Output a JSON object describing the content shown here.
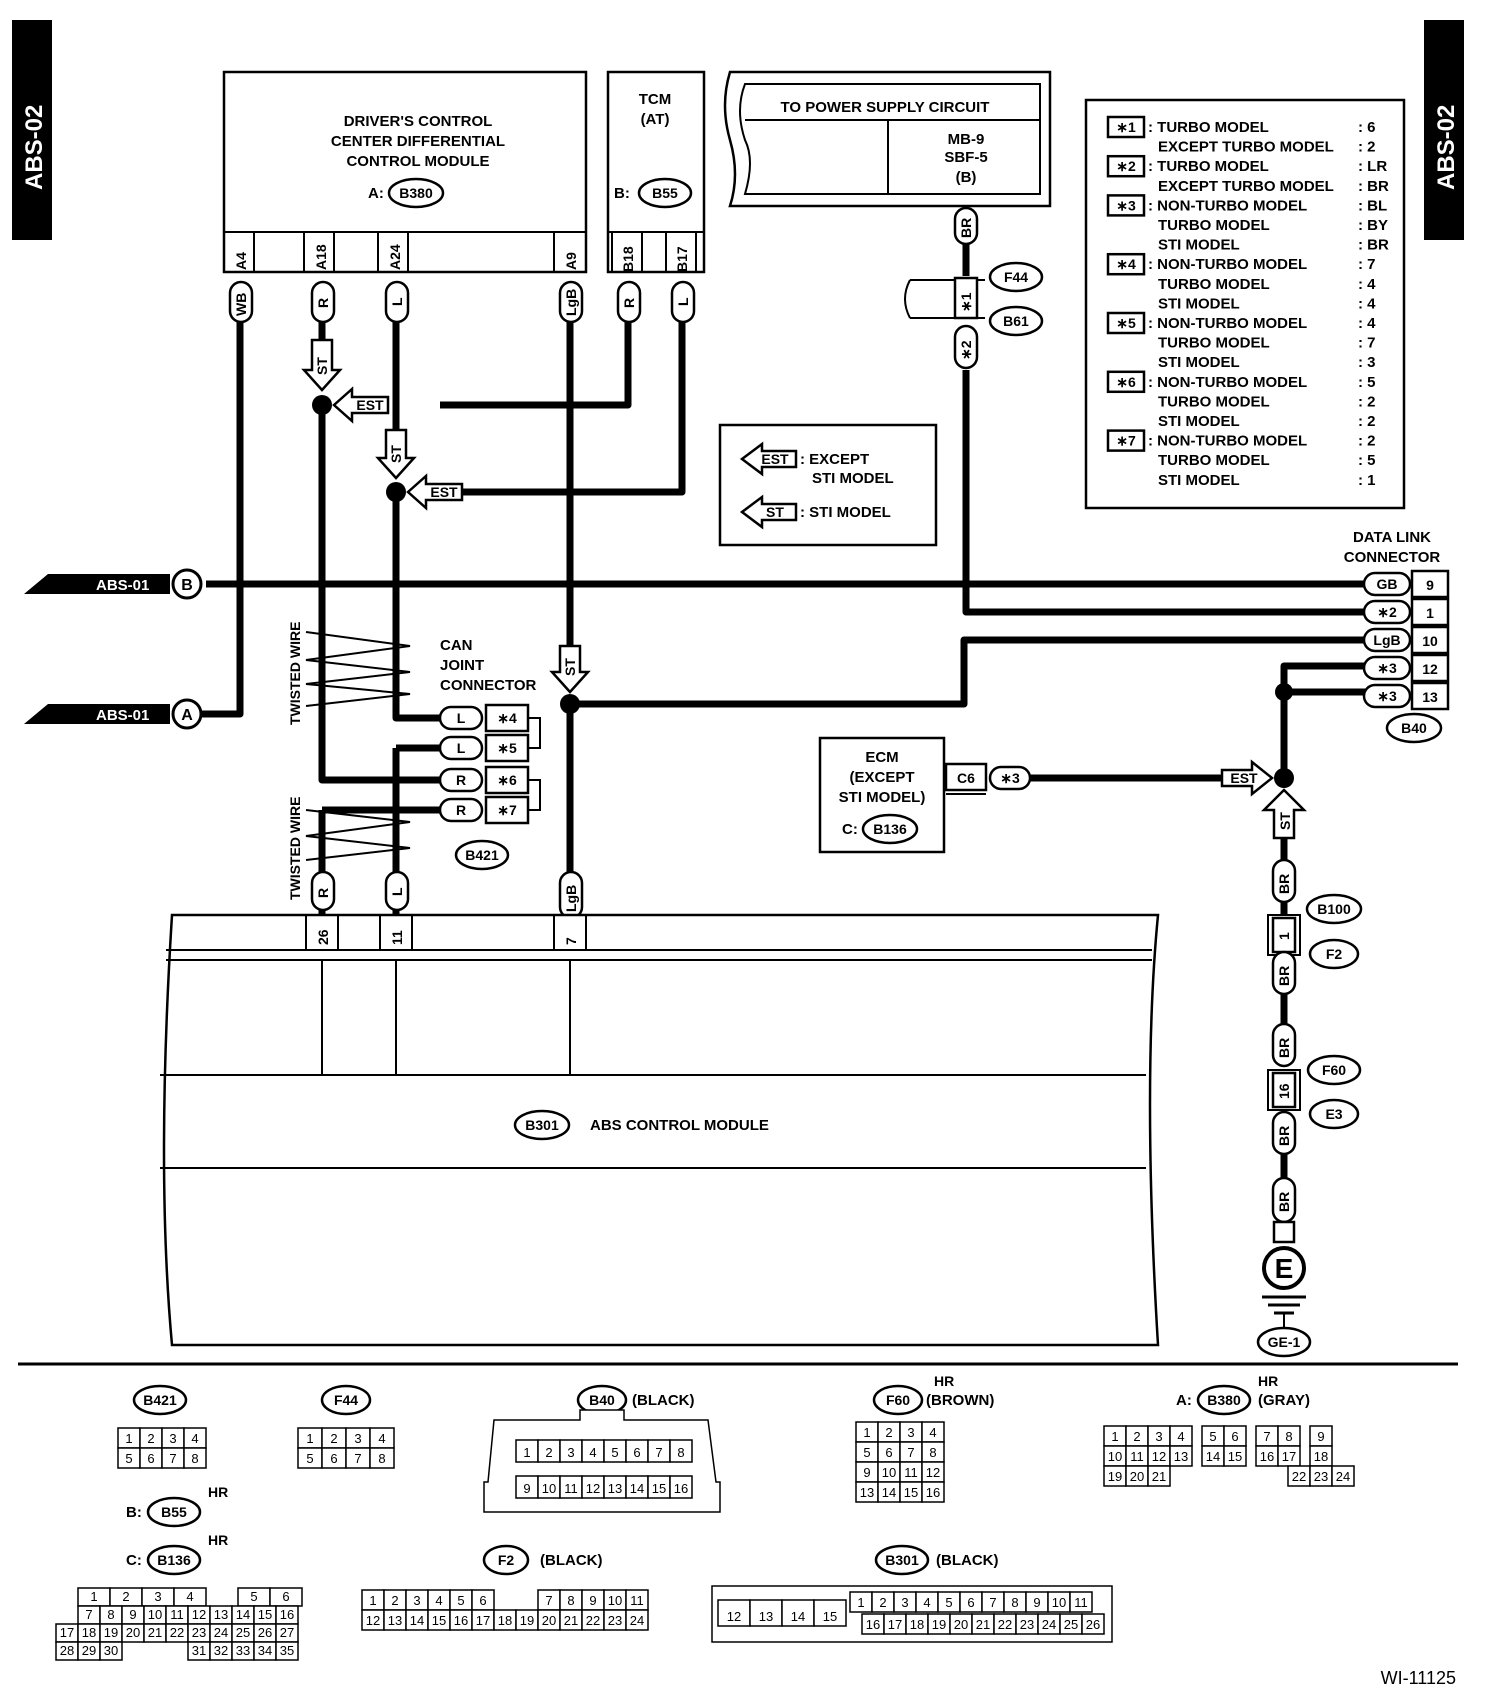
{
  "page_tabs": {
    "left": "ABS-02",
    "right": "ABS-02"
  },
  "modules": {
    "dccd": {
      "lines": [
        "DRIVER'S CONTROL",
        "CENTER DIFFERENTIAL",
        "CONTROL MODULE"
      ],
      "prefix": "A:",
      "connector": "B380",
      "pins": [
        "A4",
        "A18",
        "A24",
        "A9"
      ],
      "wires": [
        "WB",
        "R",
        "L",
        "LgB"
      ]
    },
    "tcm": {
      "lines": [
        "TCM",
        "(AT)"
      ],
      "prefix": "B:",
      "connector": "B55",
      "pins": [
        "B18",
        "B17"
      ],
      "wires": [
        "R",
        "L"
      ]
    },
    "power": {
      "title": "TO POWER SUPPLY CIRCUIT",
      "lines": [
        "MB-9",
        "SBF-5",
        "(B)"
      ],
      "wire": "BR"
    },
    "ecm": {
      "lines": [
        "ECM",
        "(EXCEPT",
        "STI MODEL)"
      ],
      "prefix": "C:",
      "connector": "B136",
      "pin": "C6",
      "wire": "∗3"
    },
    "abs": {
      "connector": "B301",
      "label": "ABS CONTROL MODULE",
      "pins": [
        "26",
        "11",
        "7"
      ],
      "wires": [
        "R",
        "L",
        "LgB"
      ]
    }
  },
  "legend": {
    "est_label": "EST",
    "est_text": [
      ": EXCEPT",
      "STI MODEL"
    ],
    "st_label": "ST",
    "st_text": ": STI MODEL"
  },
  "notes": [
    {
      "key": "∗1",
      "rows": [
        [
          "TURBO MODEL",
          ": 6"
        ],
        [
          "EXCEPT TURBO MODEL",
          ": 2"
        ]
      ]
    },
    {
      "key": "∗2",
      "rows": [
        [
          "TURBO MODEL",
          ": LR"
        ],
        [
          "EXCEPT TURBO MODEL",
          ": BR"
        ]
      ]
    },
    {
      "key": "∗3",
      "rows": [
        [
          "NON-TURBO MODEL",
          ": BL"
        ],
        [
          "TURBO MODEL",
          ": BY"
        ],
        [
          "STI MODEL",
          ": BR"
        ]
      ]
    },
    {
      "key": "∗4",
      "rows": [
        [
          "NON-TURBO MODEL",
          ": 7"
        ],
        [
          "TURBO MODEL",
          ": 4"
        ],
        [
          "STI MODEL",
          ": 4"
        ]
      ]
    },
    {
      "key": "∗5",
      "rows": [
        [
          "NON-TURBO MODEL",
          ": 4"
        ],
        [
          "TURBO MODEL",
          ": 7"
        ],
        [
          "STI MODEL",
          ": 3"
        ]
      ]
    },
    {
      "key": "∗6",
      "rows": [
        [
          "NON-TURBO MODEL",
          ": 5"
        ],
        [
          "TURBO MODEL",
          ": 2"
        ],
        [
          "STI MODEL",
          ": 2"
        ]
      ]
    },
    {
      "key": "∗7",
      "rows": [
        [
          "NON-TURBO MODEL",
          ": 2"
        ],
        [
          "TURBO MODEL",
          ": 5"
        ],
        [
          "STI MODEL",
          ": 1"
        ]
      ]
    }
  ],
  "dlc": {
    "title": [
      "DATA LINK",
      "CONNECTOR"
    ],
    "connector": "B40",
    "rows": [
      {
        "wire": "GB",
        "pin": "9"
      },
      {
        "wire": "∗2",
        "pin": "1"
      },
      {
        "wire": "LgB",
        "pin": "10"
      },
      {
        "wire": "∗3",
        "pin": "12"
      },
      {
        "wire": "∗3",
        "pin": "13"
      }
    ]
  },
  "refs": {
    "abs01b": "ABS-01",
    "b": "B",
    "abs01a": "ABS-01",
    "a": "A"
  },
  "can": {
    "lines": [
      "CAN",
      "JOINT",
      "CONNECTOR"
    ],
    "connector": "B421",
    "twisted": "TWISTED WIRE",
    "rows": [
      {
        "wire": "L",
        "key": "∗4"
      },
      {
        "wire": "L",
        "key": "∗5"
      },
      {
        "wire": "R",
        "key": "∗6"
      },
      {
        "wire": "R",
        "key": "∗7"
      }
    ]
  },
  "markers": {
    "est": "EST",
    "st": "ST"
  },
  "f44": {
    "connector": "F44",
    "joint": "B61",
    "k1": "∗1",
    "k2": "∗2"
  },
  "ground": {
    "wire": "BR",
    "b100": "B100",
    "f2": "F2",
    "pin1": "1",
    "f60": "F60",
    "e3": "E3",
    "pin16": "16",
    "e": "E",
    "ge": "GE-1"
  },
  "connectors_views": {
    "b421": {
      "name": "B421",
      "r1": [
        "1",
        "2",
        "3",
        "4"
      ],
      "r2": [
        "5",
        "6",
        "7",
        "8"
      ]
    },
    "f44": {
      "name": "F44",
      "r1": [
        "1",
        "2",
        "3",
        "4"
      ],
      "r2": [
        "5",
        "6",
        "7",
        "8"
      ]
    },
    "b40": {
      "name": "B40",
      "color": "(BLACK)",
      "r1": [
        "1",
        "2",
        "3",
        "4",
        "5",
        "6",
        "7",
        "8"
      ],
      "r2": [
        "9",
        "10",
        "11",
        "12",
        "13",
        "14",
        "15",
        "16"
      ]
    },
    "f60": {
      "name": "F60",
      "hr": "HR",
      "color": "(BROWN)",
      "r1": [
        "1",
        "2",
        "3",
        "4"
      ],
      "r2": [
        "5",
        "6",
        "7",
        "8"
      ],
      "r3": [
        "9",
        "10",
        "11",
        "12"
      ],
      "r4": [
        "13",
        "14",
        "15",
        "16"
      ]
    },
    "b380": {
      "prefix": "A:",
      "name": "B380",
      "hr": "HR",
      "color": "(GRAY)",
      "r1": [
        "1",
        "2",
        "3",
        "4",
        "5",
        "6",
        "7",
        "8",
        "9"
      ],
      "r2": [
        "10",
        "11",
        "12",
        "13",
        "14",
        "15",
        "16",
        "17",
        "18"
      ],
      "r3": [
        "19",
        "20",
        "21",
        "22",
        "23",
        "24"
      ]
    },
    "b55": {
      "prefix": "B:",
      "name": "B55",
      "hr": "HR"
    },
    "b136": {
      "prefix": "C:",
      "name": "B136",
      "hr": "HR",
      "r1": [
        "1",
        "2",
        "3",
        "4",
        "5",
        "6"
      ],
      "r2": [
        "7",
        "8",
        "9",
        "10",
        "11",
        "12",
        "13",
        "14",
        "15",
        "16"
      ],
      "r3": [
        "17",
        "18",
        "19",
        "20",
        "21",
        "22",
        "23",
        "24",
        "25",
        "26",
        "27"
      ],
      "r4": [
        "28",
        "29",
        "30",
        "31",
        "32",
        "33",
        "34",
        "35"
      ]
    },
    "f2": {
      "name": "F2",
      "color": "(BLACK)",
      "r1": [
        "1",
        "2",
        "3",
        "4",
        "5",
        "6",
        "7",
        "8",
        "9",
        "10",
        "11"
      ],
      "r2": [
        "12",
        "13",
        "14",
        "15",
        "16",
        "17",
        "18",
        "19",
        "20",
        "21",
        "22",
        "23",
        "24"
      ]
    },
    "b301": {
      "name": "B301",
      "color": "(BLACK)",
      "big": [
        "12",
        "13",
        "14",
        "15"
      ],
      "r1": [
        "1",
        "2",
        "3",
        "4",
        "5",
        "6",
        "7",
        "8",
        "9",
        "10",
        "11"
      ],
      "r2": [
        "16",
        "17",
        "18",
        "19",
        "20",
        "21",
        "22",
        "23",
        "24",
        "25",
        "26"
      ]
    }
  },
  "figure_id": "WI-11125"
}
